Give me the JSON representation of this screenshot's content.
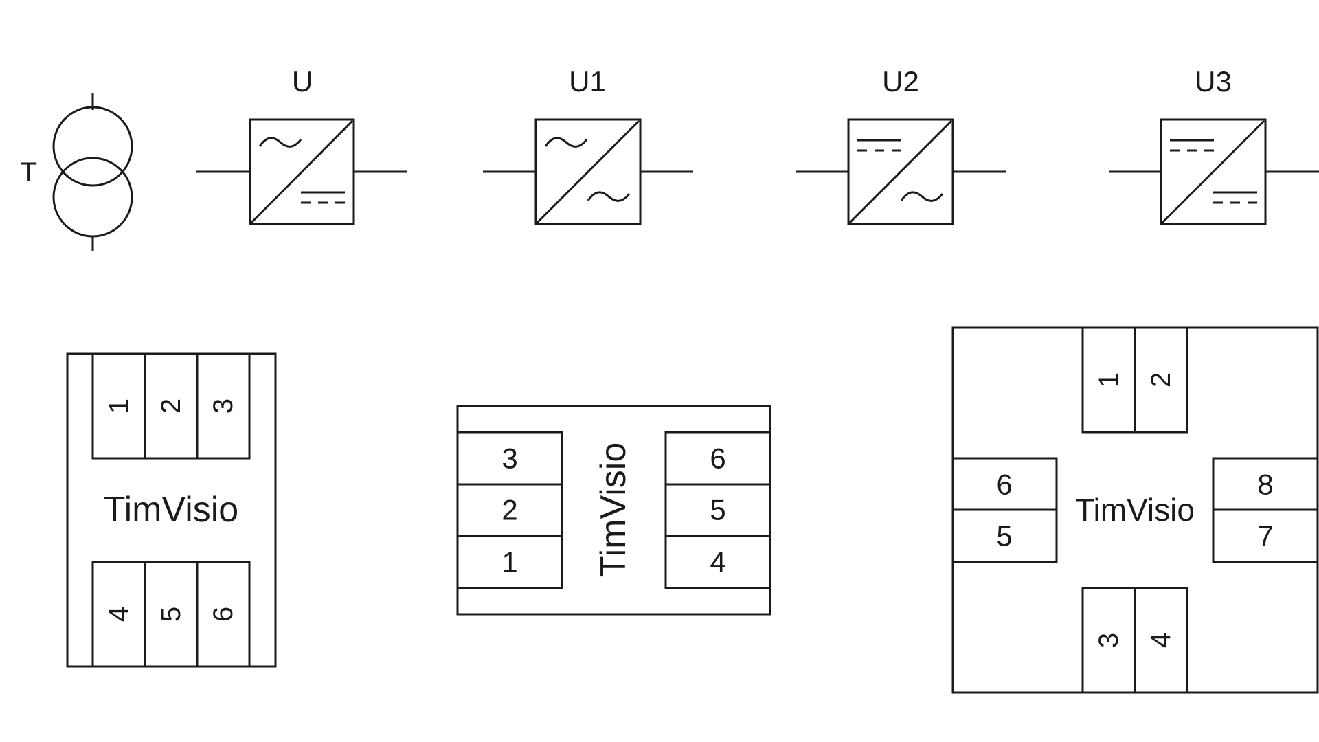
{
  "colors": {
    "stroke": "#1a1a1a",
    "background": "#ffffff"
  },
  "transformer": {
    "label": "T"
  },
  "converters": [
    {
      "label": "U",
      "top_symbol": "ac-wave",
      "bottom_symbol": "dc"
    },
    {
      "label": "U1",
      "top_symbol": "ac-wave",
      "bottom_symbol": "ac-wave"
    },
    {
      "label": "U2",
      "top_symbol": "dc",
      "bottom_symbol": "ac-wave"
    },
    {
      "label": "U3",
      "top_symbol": "dc",
      "bottom_symbol": "dc"
    }
  ],
  "packages": {
    "dip_vertical": {
      "name": "TimVisio",
      "top_pins": [
        "1",
        "2",
        "3"
      ],
      "bottom_pins": [
        "4",
        "5",
        "6"
      ]
    },
    "dip_horizontal": {
      "name": "TimVisio",
      "left_pins": [
        "3",
        "2",
        "1"
      ],
      "right_pins": [
        "6",
        "5",
        "4"
      ]
    },
    "quad": {
      "name": "TimVisio",
      "top_pins": [
        "1",
        "2"
      ],
      "left_pins": [
        "6",
        "5"
      ],
      "right_pins": [
        "8",
        "7"
      ],
      "bottom_pins": [
        "3",
        "4"
      ]
    }
  }
}
